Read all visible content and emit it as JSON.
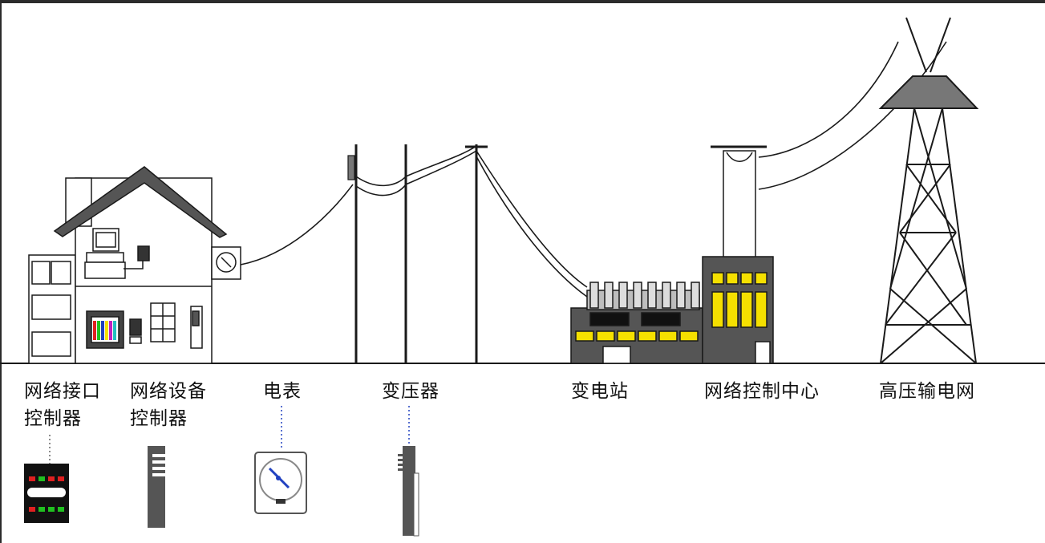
{
  "labels": {
    "network_interface_controller": {
      "line1": "网络接口",
      "line2": "控制器"
    },
    "network_device_controller": {
      "line1": "网络设备",
      "line2": "控制器"
    },
    "meter": "电表",
    "transformer": "变压器",
    "substation": "变电站",
    "network_control_center": "网络控制中心",
    "hv_transmission_grid": "高压输电网"
  },
  "colors": {
    "outline": "#1a1a1a",
    "building_gray": "#555555",
    "window_yellow": "#f5e000",
    "led_red": "#e02020",
    "led_green": "#20c020",
    "needle_blue": "#2040c0"
  }
}
